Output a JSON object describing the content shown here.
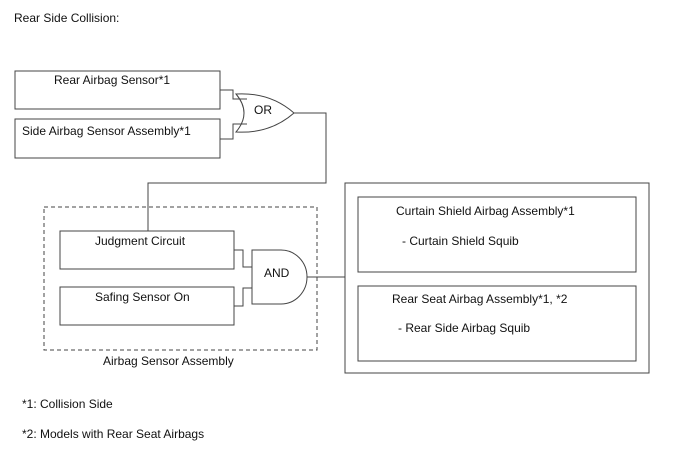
{
  "title": "Rear Side Collision:",
  "inputs": {
    "rear_airbag_sensor": "Rear Airbag Sensor*1",
    "side_airbag_sensor": "Side Airbag Sensor Assembly*1"
  },
  "gates": {
    "or_label": "OR",
    "and_label": "AND"
  },
  "airbag_sensor_assembly": {
    "label": "Airbag Sensor Assembly",
    "judgment_circuit": "Judgment Circuit",
    "safing_sensor": "Safing Sensor On"
  },
  "outputs": {
    "curtain_shield": {
      "title": "Curtain Shield Airbag Assembly*1",
      "detail": "- Curtain Shield Squib"
    },
    "rear_seat": {
      "title": "Rear Seat Airbag Assembly*1, *2",
      "detail": "- Rear Side Airbag Squib"
    }
  },
  "notes": {
    "note1": "*1: Collision Side",
    "note2": "*2: Models with Rear Seat Airbags"
  }
}
